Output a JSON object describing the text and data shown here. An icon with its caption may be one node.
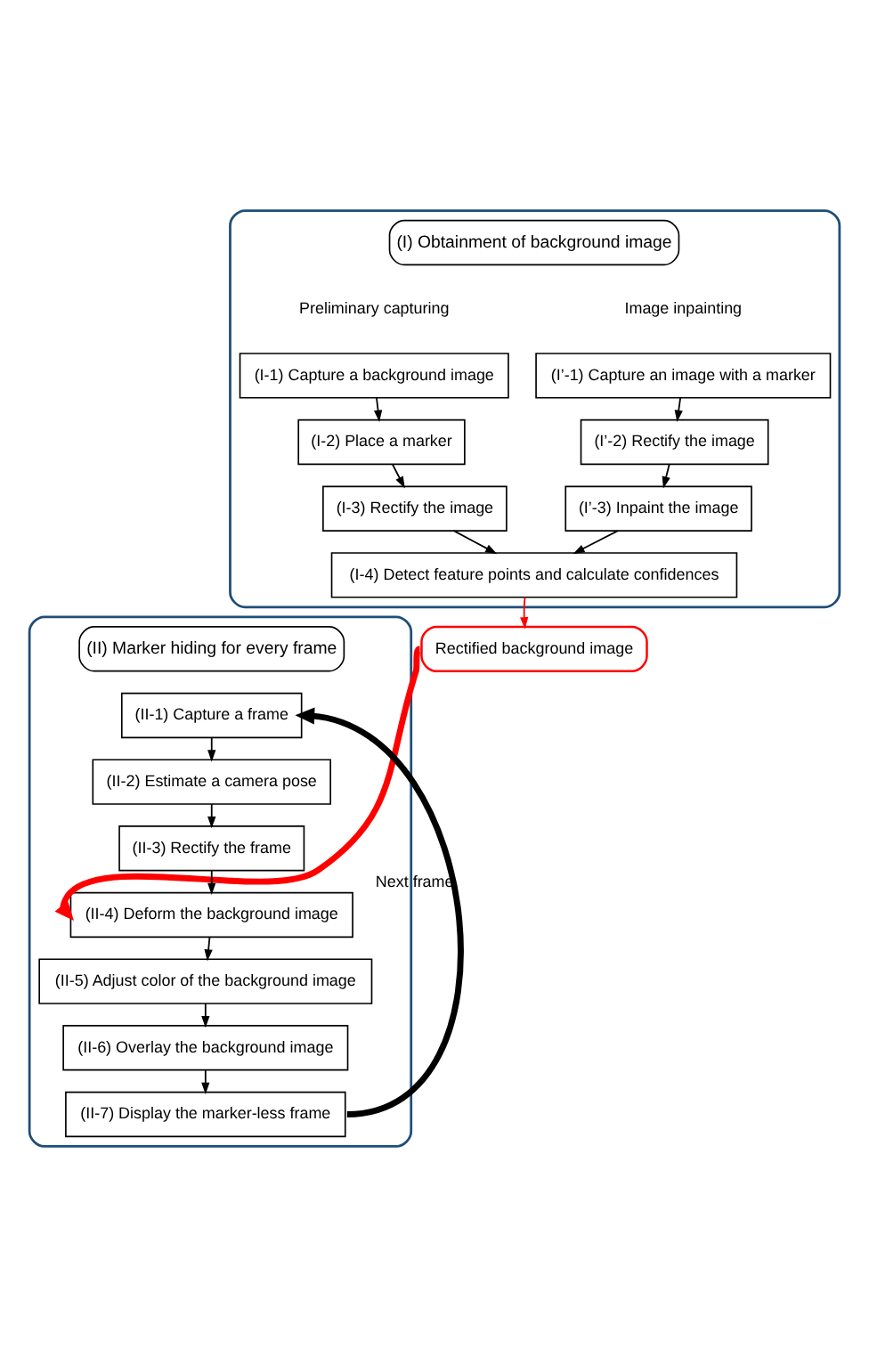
{
  "diagram": {
    "nodes": [
      {
        "text": [
          "(I) Obtainment of background image"
        ]
      },
      {
        "text": [
          "(I-1) Capture a background image"
        ],
        "in": 0
      },
      {
        "text": [
          "(I-2) Place a marker"
        ],
        "in": 0
      },
      {
        "text": [
          "(I-3) Rectify the image"
        ],
        "in": 0
      },
      {
        "text": [
          "(I’-1) Capture an image with a marker"
        ],
        "in": 0
      },
      {
        "text": [
          "(I’-2) Rectify the image"
        ],
        "in": 0
      },
      {
        "text": [
          "(I’-3) Inpaint the image"
        ],
        "in": 0
      },
      {
        "text": [
          "(I-4) Detect feature points and calculate confidences"
        ],
        "in": 0
      },
      {
        "text": [
          "Rectified background image"
        ]
      },
      {
        "text": [
          "(II) Marker hiding for every frame"
        ]
      },
      {
        "text": [
          "(II-1) Capture a frame"
        ],
        "in": 9
      },
      {
        "text": [
          "(II-2) Estimate a camera pose"
        ],
        "in": 9
      },
      {
        "text": [
          "(II-3) Rectify the frame"
        ],
        "in": 9
      },
      {
        "text": [
          "(II-4) Deform the background image"
        ],
        "in": 9
      },
      {
        "text": [
          "(II-5) Adjust color of the background image"
        ],
        "in": 9
      },
      {
        "text": [
          "(II-6) Overlay the background image"
        ],
        "in": 9
      },
      {
        "text": [
          "(II-7) Display the marker-less frame"
        ],
        "in": 9
      }
    ],
    "edges": [
      {
        "from": 1,
        "to": 2,
        "arrow": "to"
      },
      {
        "from": 2,
        "to": 3,
        "arrow": "to"
      },
      {
        "from": 3,
        "to": 7,
        "arrow": "to"
      },
      {
        "from": 4,
        "to": 5,
        "arrow": "to"
      },
      {
        "from": 5,
        "to": 6,
        "arrow": "to"
      },
      {
        "from": 6,
        "to": 7,
        "arrow": "to"
      },
      {
        "from": 7,
        "to": 8,
        "arrow": "to",
        "color": "#ff0000"
      },
      {
        "from": 8,
        "to": 13,
        "arrow": "to",
        "color": "#ff0000",
        "style": "thick"
      },
      {
        "from": 10,
        "to": 11,
        "arrow": "to"
      },
      {
        "from": 11,
        "to": 12,
        "arrow": "to"
      },
      {
        "from": 12,
        "to": 13,
        "arrow": "to"
      },
      {
        "from": 13,
        "to": 14,
        "arrow": "to"
      },
      {
        "from": 14,
        "to": 15,
        "arrow": "to"
      },
      {
        "from": 15,
        "to": 16,
        "arrow": "to"
      },
      {
        "from": 16,
        "to": 10,
        "arrow": "to",
        "label": "Next frame",
        "style": "thick"
      }
    ],
    "labels": [
      "Preliminary capturing",
      "Image inpainting"
    ]
  }
}
